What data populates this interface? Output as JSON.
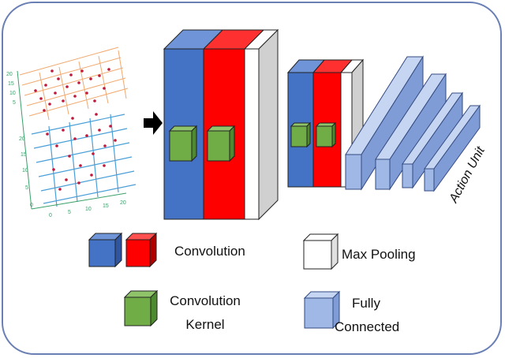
{
  "legend": {
    "convolution": "Convolution",
    "kernel_line1": "Convolution",
    "kernel_line2": "Kernel",
    "max_pooling": "Max Pooling",
    "fully_line1": "Fully",
    "fully_line2": "Connected"
  },
  "output_label": "Action Unit",
  "scatter_axis_ticks": {
    "left_upper": [
      "20",
      "15",
      "10",
      "5"
    ],
    "left_lower": [
      "20",
      "15",
      "10",
      "5",
      "0"
    ],
    "bottom": [
      "0",
      "5",
      "10",
      "15",
      "20"
    ]
  },
  "icons": {
    "arrow": "right-arrow-icon"
  },
  "colors": {
    "conv_blue": "#4472c4",
    "conv_red": "#ff0000",
    "pool_white": "#ffffff",
    "kernel_green": "#70ad47",
    "fc_light_blue": "#9fb8e6",
    "frame_border": "#6a7fb4"
  }
}
